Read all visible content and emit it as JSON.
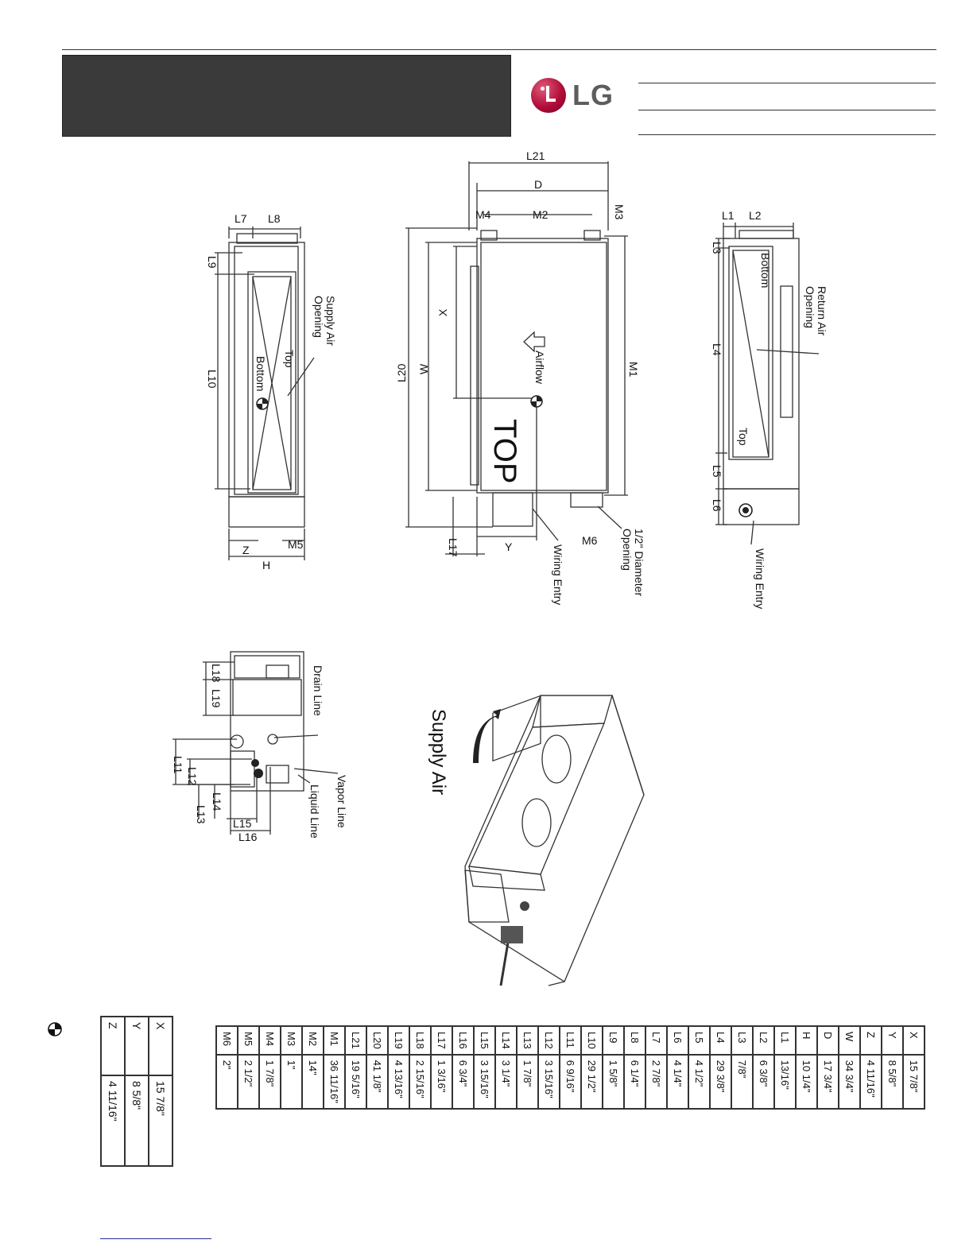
{
  "brand": {
    "logo_text": "LG"
  },
  "drawing_labels": {
    "left": {
      "L7": "L7",
      "L8": "L8",
      "L9": "L9",
      "L10": "L10",
      "supply": "Supply Air",
      "opening": "Opening",
      "top": "Top",
      "bottom": "Bottom",
      "Z": "Z",
      "M5": "M5",
      "H": "H"
    },
    "center": {
      "L21": "L21",
      "D": "D",
      "M4": "M4",
      "M2": "M2",
      "M3": "M3",
      "X": "X",
      "W": "W",
      "L20": "L20",
      "M1": "M1",
      "airflow": "Airflow",
      "top_big": "TOP",
      "L17": "L17",
      "Y": "Y",
      "M6": "M6",
      "wiring": "Wiring Entry",
      "diam1": "1/2\" Diameter",
      "diam2": "Opening"
    },
    "right": {
      "L1": "L1",
      "L2": "L2",
      "L3": "L3",
      "L4": "L4",
      "L5": "L5",
      "L6": "L6",
      "bottom": "Bottom",
      "return1": "Return Air",
      "return2": "Opening",
      "top": "Top",
      "wiring": "Wiring Entry"
    },
    "lower": {
      "L18": "L18",
      "L19": "L19",
      "L11": "L11",
      "L12": "L12",
      "L13": "L13",
      "L14": "L14",
      "L15": "L15",
      "L16": "L16",
      "drain": "Drain Line",
      "vapor": "Vapor Line",
      "liquid": "Liquid Line"
    },
    "iso": {
      "supply_air": "Supply Air"
    }
  },
  "cg_table": [
    {
      "key": "X",
      "value": "15 7/8\""
    },
    {
      "key": "Y",
      "value": "8 5/8\""
    },
    {
      "key": "Z",
      "value": "4 11/16\""
    }
  ],
  "dimension_table": [
    {
      "key": "X",
      "value": "15 7/8\""
    },
    {
      "key": "Y",
      "value": "8 5/8\""
    },
    {
      "key": "Z",
      "value": "4 11/16\""
    },
    {
      "key": "W",
      "value": "34 3/4\""
    },
    {
      "key": "D",
      "value": "17 3/4\""
    },
    {
      "key": "H",
      "value": "10 1/4\""
    },
    {
      "key": "L1",
      "value": "13/16\""
    },
    {
      "key": "L2",
      "value": "6 3/8\""
    },
    {
      "key": "L3",
      "value": "7/8\""
    },
    {
      "key": "L4",
      "value": "29 3/8\""
    },
    {
      "key": "L5",
      "value": "4 1/2\""
    },
    {
      "key": "L6",
      "value": "4 1/4\""
    },
    {
      "key": "L7",
      "value": "2 7/8\""
    },
    {
      "key": "L8",
      "value": "6 1/4\""
    },
    {
      "key": "L9",
      "value": "1 5/8\""
    },
    {
      "key": "L10",
      "value": "29 1/2\""
    },
    {
      "key": "L11",
      "value": "6 9/16\""
    },
    {
      "key": "L12",
      "value": "3 15/16\""
    },
    {
      "key": "L13",
      "value": "1 7/8\""
    },
    {
      "key": "L14",
      "value": "3 1/4\""
    },
    {
      "key": "L15",
      "value": "3 15/16\""
    },
    {
      "key": "L16",
      "value": "6 3/4\""
    },
    {
      "key": "L17",
      "value": "1 3/16\""
    },
    {
      "key": "L18",
      "value": "2 15/16\""
    },
    {
      "key": "L19",
      "value": "4 13/16\""
    },
    {
      "key": "L20",
      "value": "41 1/8\""
    },
    {
      "key": "L21",
      "value": "19 5/16\""
    },
    {
      "key": "M1",
      "value": "36 11/16\""
    },
    {
      "key": "M2",
      "value": "14\""
    },
    {
      "key": "M3",
      "value": "1\""
    },
    {
      "key": "M4",
      "value": "1 7/8\""
    },
    {
      "key": "M5",
      "value": "2 1/2\""
    },
    {
      "key": "M6",
      "value": "2\""
    }
  ]
}
